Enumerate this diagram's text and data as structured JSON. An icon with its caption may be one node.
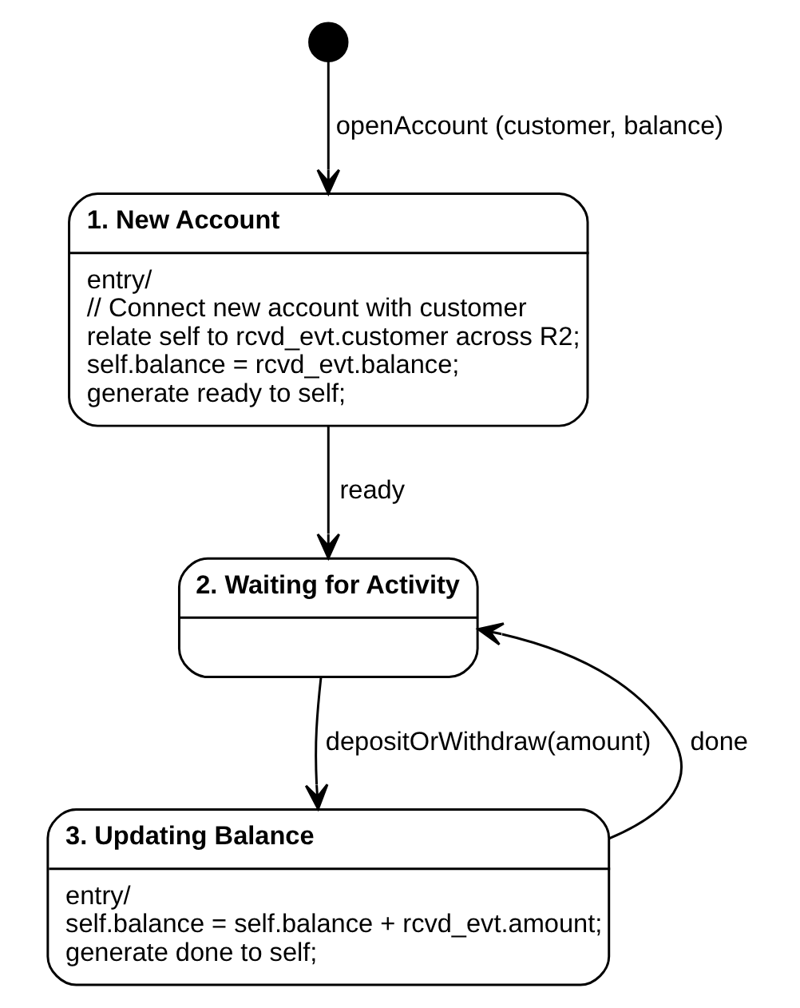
{
  "diagram": {
    "nodes": [
      {
        "text": [],
        "shape": "circle"
      },
      {
        "text": [
          "1. New Account",
          "entry/",
          "// Connect new account with customer",
          "relate self to rcvd_evt.customer across R2;",
          "self.balance = rcvd_evt.balance;",
          "generate ready to self;"
        ]
      },
      {
        "text": [
          "2. Waiting for Activity"
        ]
      },
      {
        "text": [
          "3. Updating Balance",
          "entry/",
          "self.balance = self.balance + rcvd_evt.amount;",
          "generate done to self;"
        ]
      }
    ],
    "edges": [
      {
        "from": 0,
        "to": 1,
        "arrow": "to",
        "label": "openAccount (customer, balance)"
      },
      {
        "from": 1,
        "to": 2,
        "arrow": "to",
        "label": "ready"
      },
      {
        "from": 2,
        "to": 3,
        "arrow": "to",
        "label": "depositOrWithdraw(amount)"
      },
      {
        "from": 3,
        "to": 2,
        "arrow": "to",
        "label": "done"
      }
    ]
  }
}
